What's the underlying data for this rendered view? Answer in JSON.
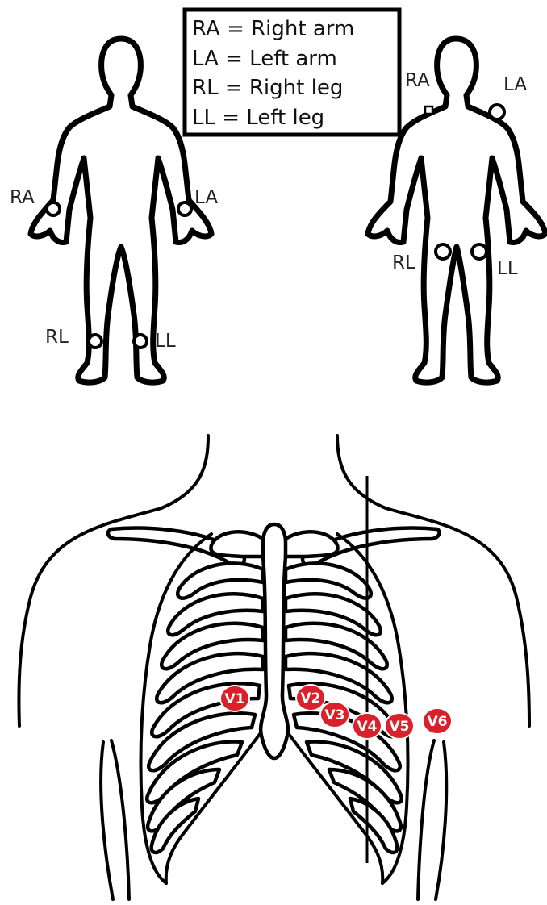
{
  "legend": {
    "lines": [
      "RA = Right arm",
      "LA = Left arm",
      "RL = Right leg",
      "LL = Left leg"
    ]
  },
  "front_figure": {
    "labels": {
      "ra": "RA",
      "la": "LA",
      "rl": "RL",
      "ll": "LL"
    }
  },
  "back_figure": {
    "labels": {
      "ra": "RA",
      "la": "LA",
      "rl": "RL",
      "ll": "LL"
    }
  },
  "chest": {
    "electrode_color": "#d9202b",
    "electrodes": [
      "V1",
      "V2",
      "V3",
      "V4",
      "V5",
      "V6"
    ]
  }
}
